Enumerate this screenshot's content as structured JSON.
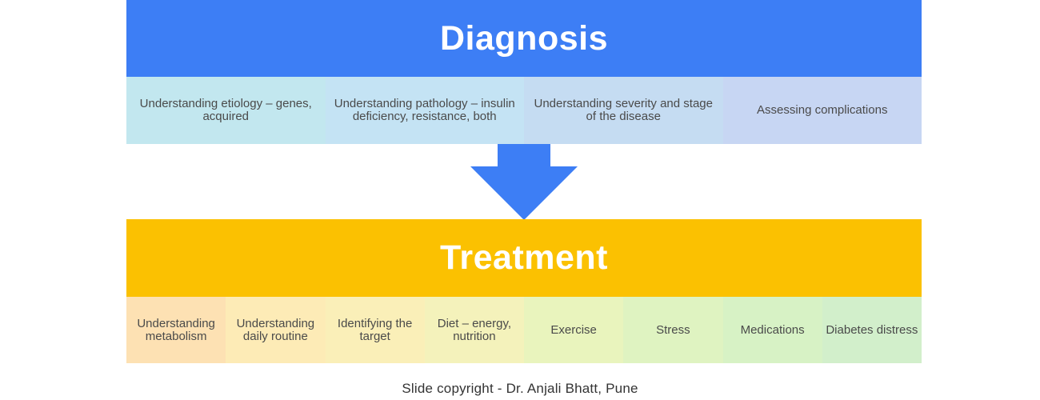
{
  "diagnosis": {
    "title": "Diagnosis",
    "color": "#3d7ef5",
    "items": [
      {
        "label": "Understanding etiology – genes, acquired",
        "color": "#c2e7ef"
      },
      {
        "label": "Understanding pathology – insulin deficiency, resistance, both",
        "color": "#c4e3f4"
      },
      {
        "label": "Understanding severity and stage of the disease",
        "color": "#c5dcf2"
      },
      {
        "label": "Assessing complications",
        "color": "#c7d6f3"
      }
    ]
  },
  "arrow": {
    "icon": "down-arrow-icon",
    "color": "#3d7ef5"
  },
  "treatment": {
    "title": "Treatment",
    "color": "#fbc101",
    "items": [
      {
        "label": "Understanding metabolism",
        "color": "#fde1b3"
      },
      {
        "label": "Understanding daily routine",
        "color": "#fdebb6"
      },
      {
        "label": "Identifying the target",
        "color": "#faefb8"
      },
      {
        "label": "Diet – energy, nutrition",
        "color": "#f4f2bb"
      },
      {
        "label": "Exercise",
        "color": "#e9f4bd"
      },
      {
        "label": "Stress",
        "color": "#dff3c1"
      },
      {
        "label": "Medications",
        "color": "#d7f2c5"
      },
      {
        "label": "Diabetes distress",
        "color": "#d2efcb"
      }
    ]
  },
  "footer": {
    "text": "Slide copyright - Dr. Anjali Bhatt, Pune"
  }
}
